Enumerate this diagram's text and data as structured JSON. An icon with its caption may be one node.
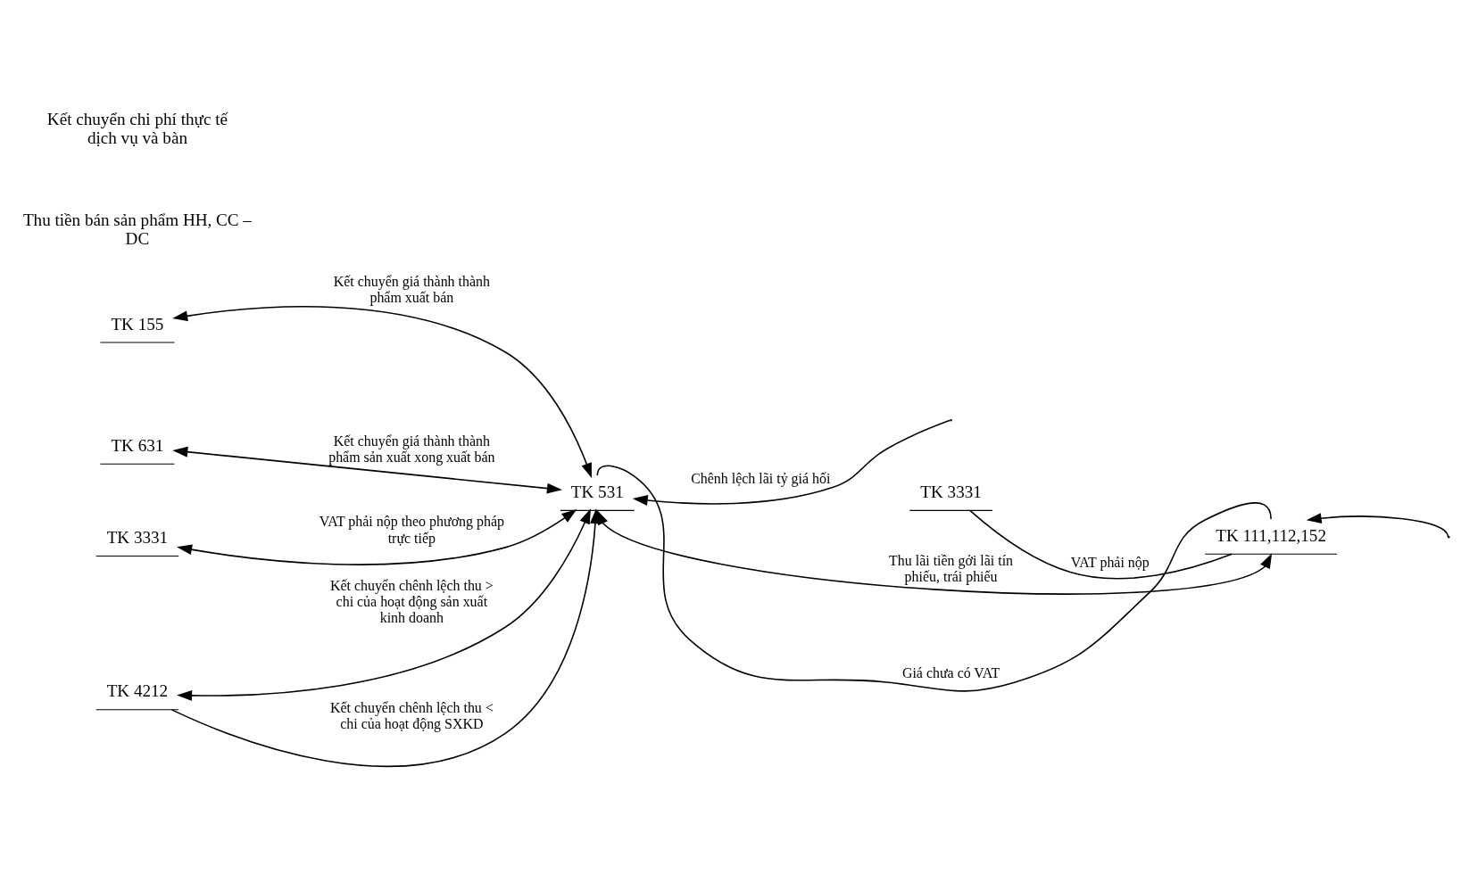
{
  "diagram": {
    "nodes": [
      {
        "text": [
          "TK 155"
        ]
      },
      {
        "text": [
          "TK 531"
        ]
      },
      {
        "text": [
          "TK 111,112,152"
        ]
      },
      {
        "text": [
          "TK 3331"
        ]
      },
      {
        "text": [
          "TK 631"
        ]
      },
      {
        "text": [
          "TK 3331"
        ]
      },
      {
        "text": [
          "TK 4212"
        ]
      }
    ],
    "edges": [
      {
        "from": 0,
        "to": 1,
        "arrow": "both",
        "label": "Kết chuyển giá thành thành phẩm xuất bán"
      },
      {
        "from": 2,
        "to": 1,
        "arrow": "none",
        "label": "Giá chưa có VAT"
      },
      {
        "from": 2,
        "to": 3,
        "arrow": "none",
        "label": "VAT phải nộp"
      },
      {
        "from": 4,
        "to": 1,
        "arrow": "both",
        "label": "Kết chuyển giá thành thành phẩm sản xuất xong xuất bán"
      },
      {
        "from": 1,
        "to": 2,
        "arrow": "both",
        "label": "Thu lãi tiền gởi lãi tín phiếu, trái phiếu"
      },
      {
        "from": null,
        "to": 2,
        "arrow": "to"
      },
      {
        "from": null,
        "to": 1,
        "arrow": "to",
        "label": "Chênh lệch lãi tỷ giá hối"
      },
      {
        "from": 5,
        "to": 1,
        "arrow": "both",
        "label": "VAT phải nộp theo phương pháp trực tiếp"
      },
      {
        "from": 6,
        "to": 1,
        "arrow": "both",
        "label": "Kết chuyển chênh lệch thu > chi của hoạt động sản xuất kinh doanh"
      },
      {
        "from": 6,
        "to": 1,
        "arrow": "to",
        "label": "Kết chuyển chênh lệch thu < chi của hoạt động SXKD"
      }
    ],
    "labels": [
      "Thu tiền bán sản phẩm HH, CC – DC",
      "Kết chuyển chi phí thực tế dịch vụ và bàn"
    ]
  }
}
